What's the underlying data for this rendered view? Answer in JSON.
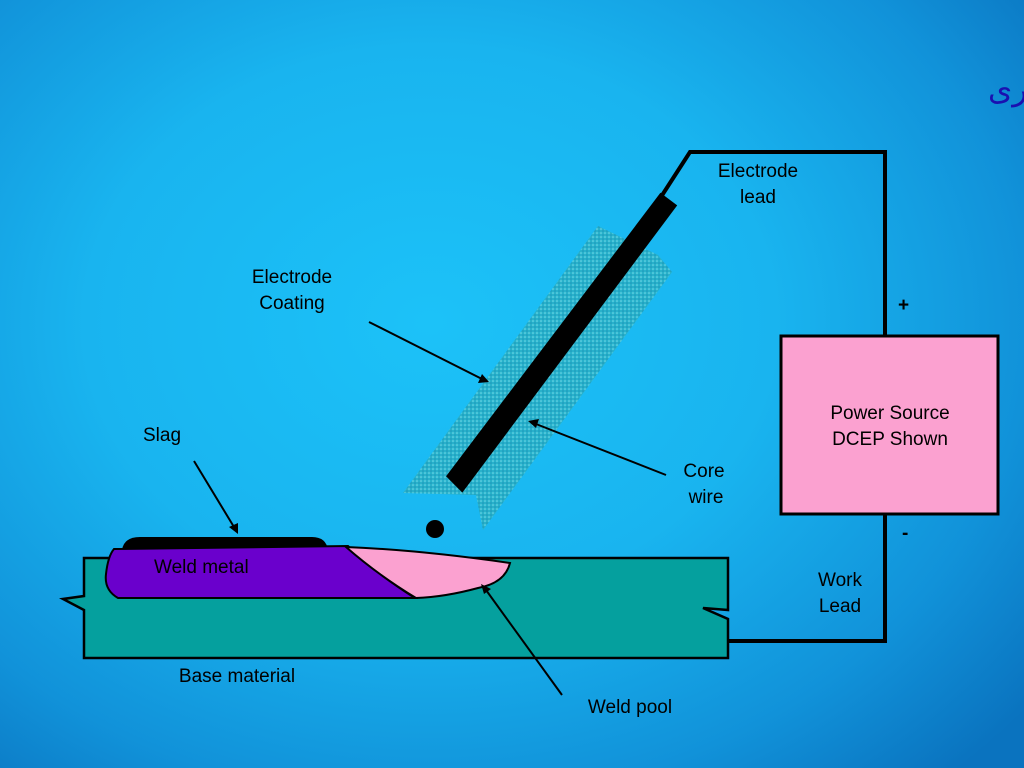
{
  "title": "پروسه جوشکاری",
  "labels": {
    "electrode_lead": [
      "Electrode",
      "lead"
    ],
    "electrode_coating": [
      "Electrode",
      "Coating"
    ],
    "slag": "Slag",
    "core_wire": [
      "Core",
      "wire"
    ],
    "weld_metal": "Weld metal",
    "base_material": "Base material",
    "weld_pool": "Weld pool",
    "work_lead": [
      "Work",
      "Lead"
    ],
    "power_source": [
      "Power Source",
      "DCEP Shown"
    ],
    "plus": "+",
    "minus": "-"
  },
  "colors": {
    "background": "#19b4ef",
    "title": "#1a10b0",
    "power_source_box": "#fba1d0",
    "base_material": "#05a09e",
    "weld_metal": "#6a00cc",
    "weld_pool": "#fba1d0",
    "coating": "#2cb6c8",
    "core_wire": "#000000"
  }
}
